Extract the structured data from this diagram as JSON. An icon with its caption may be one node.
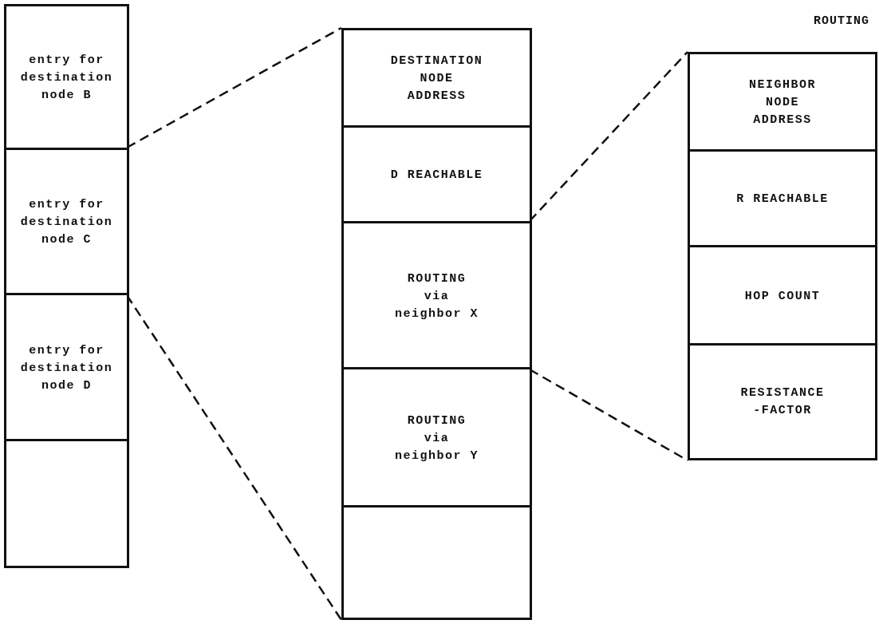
{
  "diagram": {
    "nodes": [
      {
        "text": [],
        "shape": "box"
      },
      {
        "text": [
          "entry for destination node B"
        ],
        "in": 0
      },
      {
        "text": [
          "entry for destination node C"
        ],
        "in": 0
      },
      {
        "text": [
          "entry for destination node D"
        ],
        "in": 0
      },
      {
        "text": [],
        "shape": "box",
        "in": 0
      },
      {
        "text": [],
        "shape": "box"
      },
      {
        "text": [
          "DESTINATION NODE ADDRESS"
        ],
        "in": 5
      },
      {
        "text": [
          "D REACHABLE"
        ],
        "in": 5
      },
      {
        "text": [
          "ROUTING via neighbor X"
        ],
        "in": 5
      },
      {
        "text": [
          "ROUTING via neighbor Y"
        ],
        "in": 5
      },
      {
        "text": [],
        "shape": "box",
        "in": 5
      },
      {
        "text": [],
        "shape": "box"
      },
      {
        "text": [
          "NEIGHBOR NODE ADDRESS"
        ],
        "in": 11
      },
      {
        "text": [
          "R REACHABLE"
        ],
        "in": 11
      },
      {
        "text": [
          "HOP COUNT"
        ],
        "in": 11
      },
      {
        "text": [
          "RESISTANCE -FACTOR"
        ],
        "in": 11
      }
    ],
    "edges": [
      {
        "from": 2,
        "to": 5,
        "arrow": "none",
        "style": "dashed"
      },
      {
        "from": 2,
        "to": 5,
        "arrow": "none",
        "style": "dashed"
      },
      {
        "from": 8,
        "to": 11,
        "arrow": "none",
        "style": "dashed"
      },
      {
        "from": 8,
        "to": 11,
        "arrow": "none",
        "style": "dashed"
      }
    ],
    "labels": [
      "ROUTING"
    ]
  }
}
